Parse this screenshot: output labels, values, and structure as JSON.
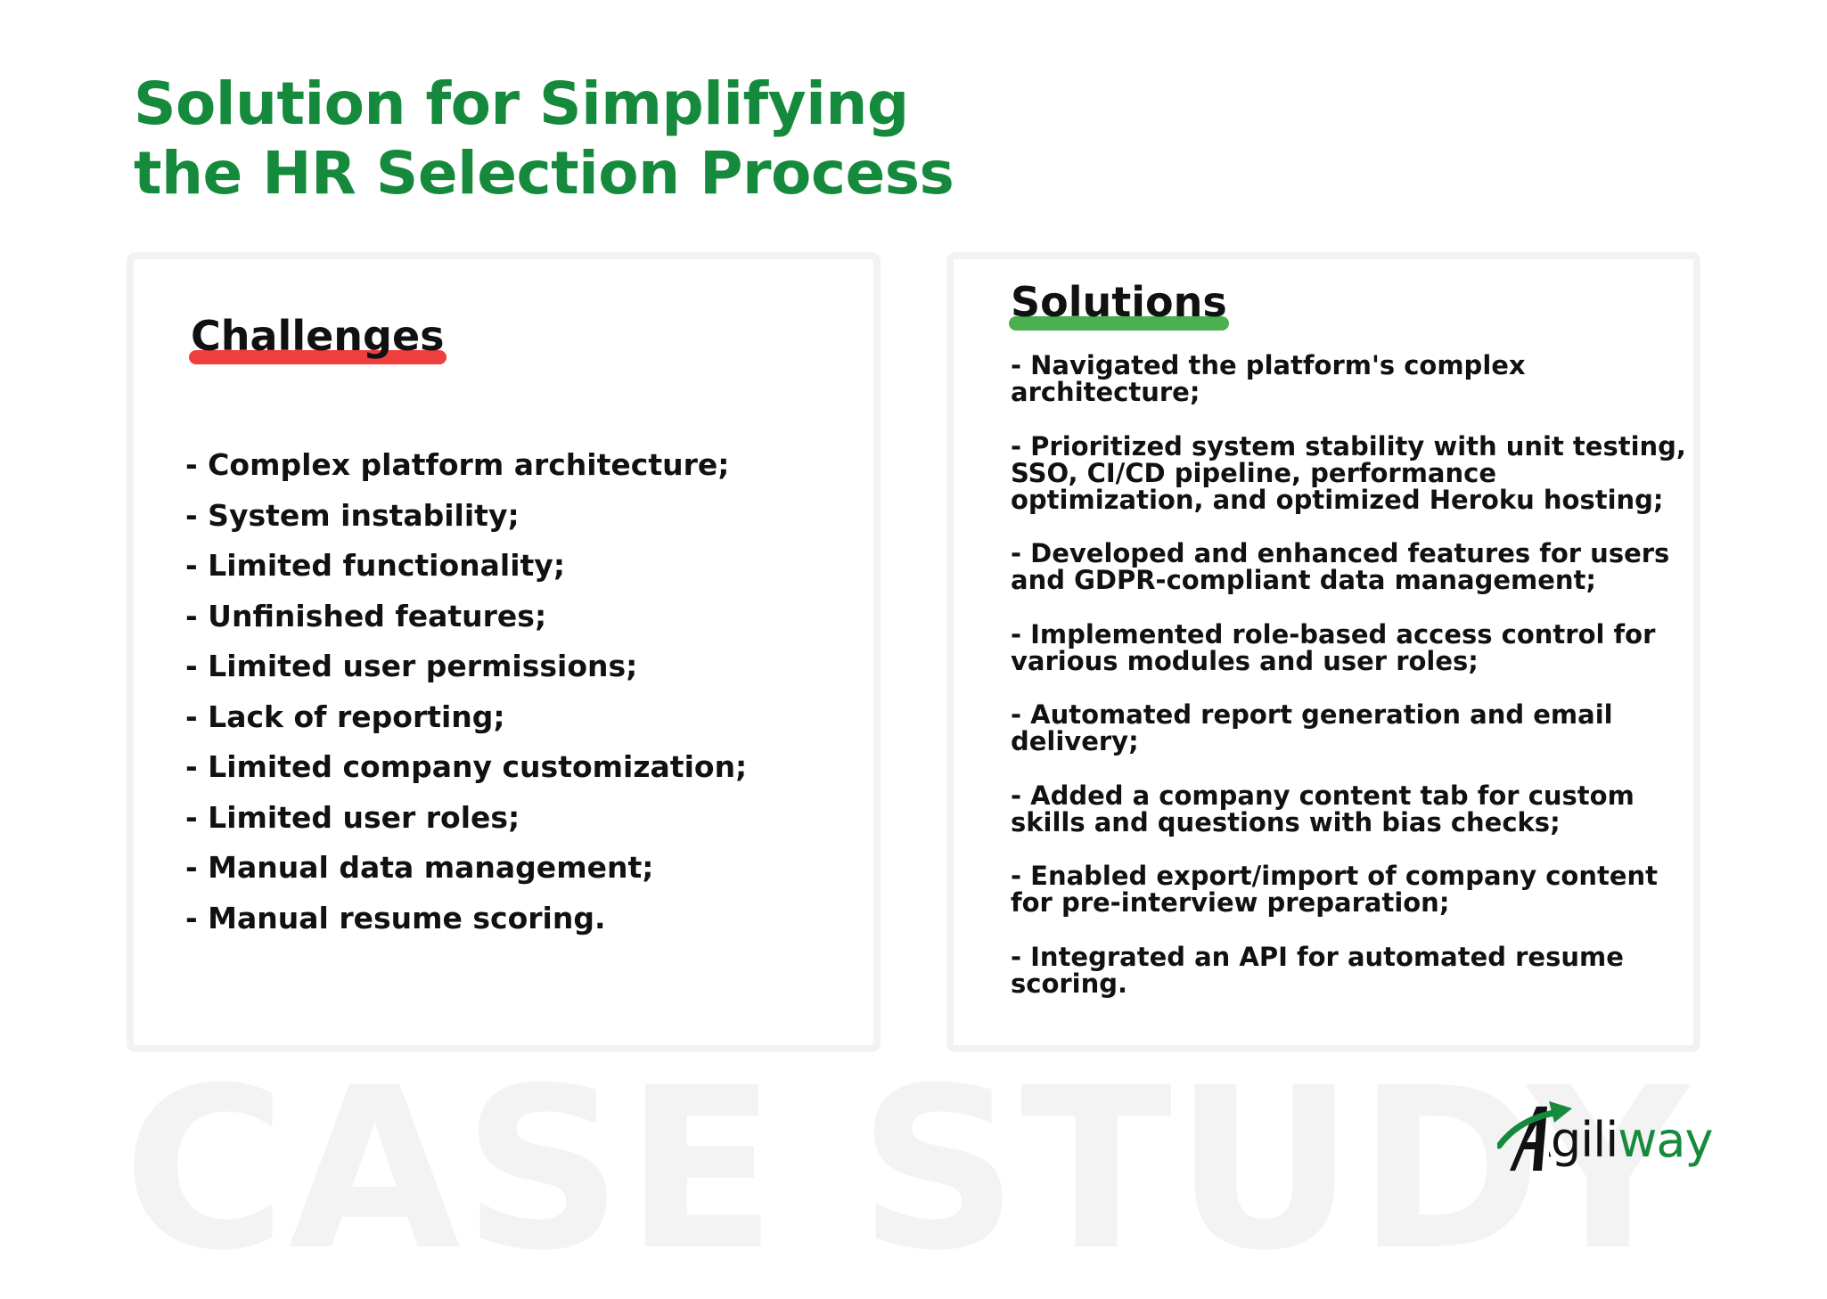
{
  "title": {
    "line1": "Solution for Simplifying",
    "line2": "the HR Selection Process"
  },
  "challenges": {
    "heading": "Challenges",
    "underline_color": "#ef3e3e",
    "items": [
      "- Complex platform architecture;",
      "- System instability;",
      "- Limited functionality;",
      "- Unfinished features;",
      "- Limited user permissions;",
      "- Lack of reporting;",
      "- Limited company customization;",
      "- Limited user roles;",
      "- Manual data management;",
      "- Manual resume scoring."
    ]
  },
  "solutions": {
    "heading": "Solutions",
    "underline_color": "#4caf50",
    "items": [
      "- Navigated the platform's complex architecture;",
      "- Prioritized system stability with unit testing, SSO, CI/CD pipeline, performance optimization, and optimized Heroku hosting;",
      "- Developed and enhanced features for users and GDPR-compliant data management;",
      "- Implemented role-based access control for various modules and user roles;",
      "- Automated report generation and email delivery;",
      "- Added a company content tab for custom skills and questions with bias checks;",
      "- Enabled export/import of company content for pre-interview preparation;",
      "- Integrated an API for automated resume scoring."
    ]
  },
  "watermark": "CASE STUDY",
  "logo": {
    "text_dark": "Agili",
    "text_green": "way",
    "icon": "arrow-a-icon",
    "brand_green": "#168a3c",
    "brand_dark": "#111111"
  },
  "colors": {
    "title": "#168a3c",
    "card_border": "#f2f2f2",
    "watermark": "#f3f3f3"
  }
}
